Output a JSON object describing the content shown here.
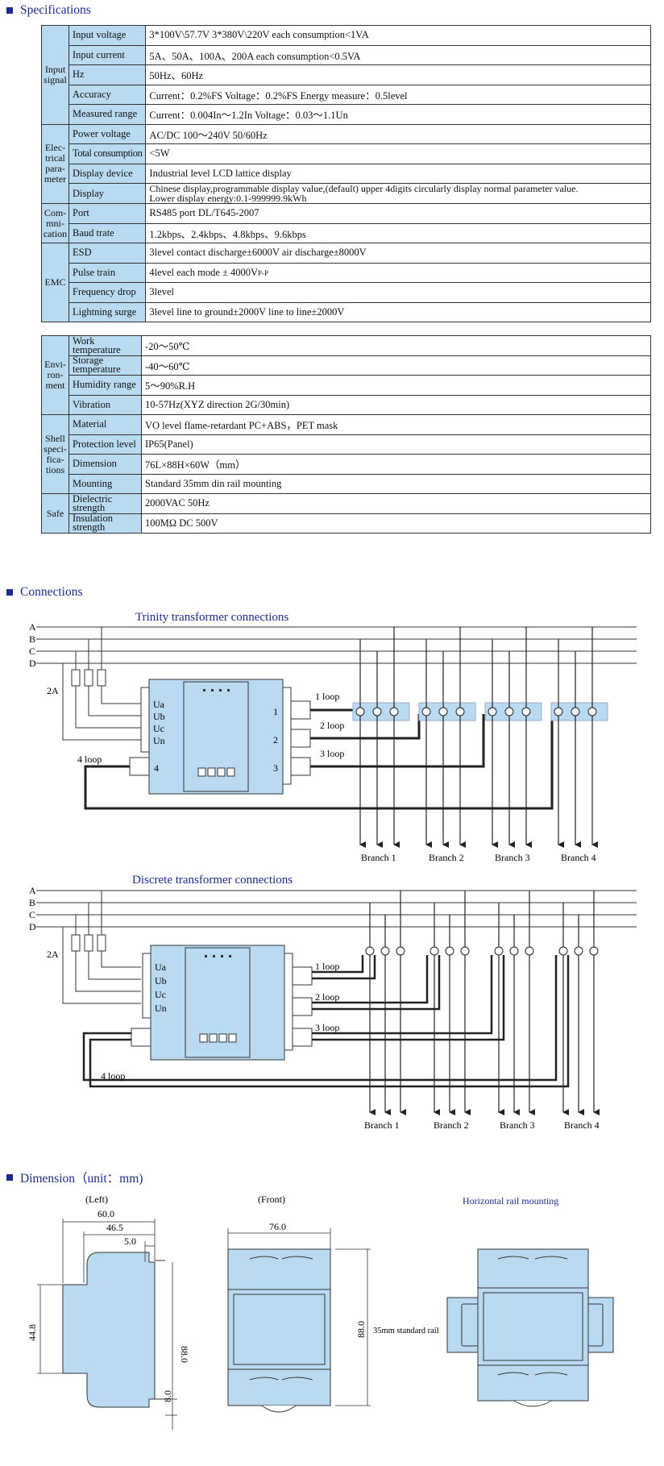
{
  "spec_title": "Specifications",
  "spec_table1": {
    "groups": {
      "input": "Input signal",
      "elec": "Elec-trical para-meter",
      "comm": "Com-mni-cation",
      "emc": "EMC"
    },
    "rows": [
      {
        "label": "Input voltage",
        "value": "3*100V\\57.7V  3*380V\\220V  each consumption<1VA"
      },
      {
        "label": "Input current",
        "value": "5A、50A、100A、200A  each consumption<0.5VA"
      },
      {
        "label": "Hz",
        "value": "50Hz、60Hz"
      },
      {
        "label": "Accuracy",
        "value": "Current：0.2%FS    Voltage：0.2%FS     Energy measure：0.5level"
      },
      {
        "label": "Measured range",
        "value": "Current：0.004In～1.2In       Voltage：0.03～1.1Un"
      },
      {
        "label": "Power voltage",
        "value": "AC/DC 100～240V  50/60Hz"
      },
      {
        "label": "Total consumption",
        "value": "<5W"
      },
      {
        "label": "Display device",
        "value": "Industrial level LCD lattice display"
      },
      {
        "label": "Display",
        "value": "Chinese display,programmable display value,(default) upper 4digits circularly display normal parameter value.",
        "value2": "Lower display energy:0.1-999999.9kWh"
      },
      {
        "label": "Port",
        "value": "RS485 port        DL/T645-2007"
      },
      {
        "label": "Baud trate",
        "value": "1.2kbps、2.4kbps、4.8kbps、9.6kbps"
      },
      {
        "label": "ESD",
        "value": "3level  contact discharge±6000V       air discharge±8000V"
      },
      {
        "label": "Pulse train",
        "value": "4level     each mode ± 4000V",
        "value_sub": "P-P"
      },
      {
        "label": "Frequency drop",
        "value": "3level"
      },
      {
        "label": "Lightning surge",
        "value": "3level   line to ground±2000V   line to line±2000V"
      }
    ]
  },
  "spec_table2": {
    "groups": {
      "env": "Envi-ron-ment",
      "shell": "Shell speci-fica-tions",
      "safe": "Safe"
    },
    "rows": [
      {
        "label": "Work temperature",
        "value": "-20～50℃"
      },
      {
        "label": "Storage temperature",
        "value": "-40～60℃"
      },
      {
        "label": "Humidity range",
        "value": "5～90%R.H"
      },
      {
        "label": "Vibration",
        "value": "10-57Hz(XYZ direction 2G/30min)"
      },
      {
        "label": "Material",
        "value": "VO level flame-retardant  PC+ABS，PET mask"
      },
      {
        "label": "Protection level",
        "value": "IP65(Panel)"
      },
      {
        "label": "Dimension",
        "value": "76L×88H×60W（mm）"
      },
      {
        "label": "Mounting",
        "value": "Standard 35mm din rail mounting"
      },
      {
        "label": "Dielectric strength",
        "value": "2000VAC   50Hz"
      },
      {
        "label": "Insulation strength",
        "value": "100MΩ   DC 500V"
      }
    ]
  },
  "connections_title": "Connections",
  "trinity": {
    "title": "Trinity transformer connections",
    "phases": [
      "A",
      "B",
      "C",
      "D"
    ],
    "fuse_label": "2A",
    "terminals": [
      "Ua",
      "Ub",
      "Uc",
      "Un"
    ],
    "ports": [
      "1",
      "2",
      "3",
      "4"
    ],
    "loops": [
      "1 loop",
      "2 loop",
      "3 loop",
      "4 loop"
    ],
    "branches": [
      "Branch 1",
      "Branch 2",
      "Branch 3",
      "Branch 4"
    ]
  },
  "discrete": {
    "title": "Discrete transformer connections",
    "phases": [
      "A",
      "B",
      "C",
      "D"
    ],
    "fuse_label": "2A",
    "terminals": [
      "Ua",
      "Ub",
      "Uc",
      "Un"
    ],
    "loops": [
      "1 loop",
      "2 loop",
      "3 loop",
      "4 loop"
    ],
    "branches": [
      "Branch 1",
      "Branch 2",
      "Branch 3",
      "Branch 4"
    ]
  },
  "dimension": {
    "title": "Dimension（unit：mm)",
    "left_label": "(Left)",
    "front_label": "(Front)",
    "rail_label": "Horizontal rail mounting",
    "dims": {
      "w60": "60.0",
      "w46": "46.5",
      "w5": "5.0",
      "h44": "44.8",
      "h88": "88.0",
      "h8": "8.0",
      "w76": "76.0",
      "h88b": "88.0",
      "rail": "35mm standard rail"
    }
  },
  "colors": {
    "accent": "#1d2c8c",
    "cell_blue": "#b8dbf2",
    "device_blue": "#b9daf1"
  }
}
